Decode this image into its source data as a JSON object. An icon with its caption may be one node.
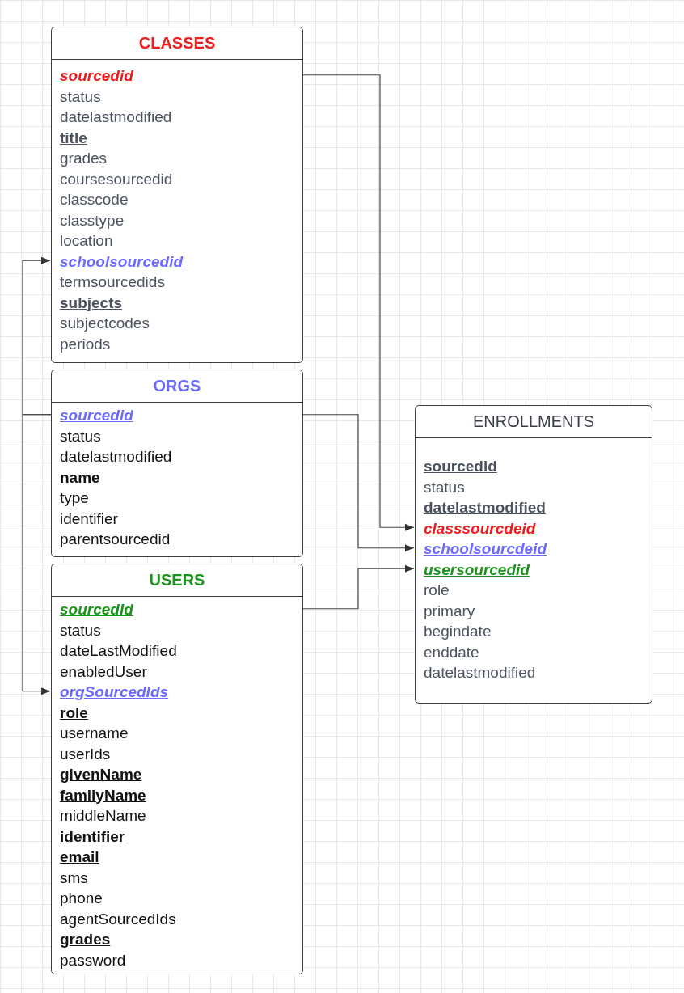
{
  "diagram": {
    "nodes": [
      {
        "text": [
          "CLASSES",
          "sourcedid",
          "status",
          "datelastmodified",
          "title",
          "grades",
          "coursesourcedid",
          "classcode",
          "classtype",
          "location",
          "schoolsourcedid",
          "termsourcedids",
          "subjects",
          "subjectcodes",
          "periods"
        ]
      },
      {
        "text": [
          "ORGS",
          "sourcedid",
          "status",
          "datelastmodified",
          "name",
          "type",
          "identifier",
          "parentsourcedid"
        ]
      },
      {
        "text": [
          "USERS",
          "sourcedId",
          "status",
          "dateLastModified",
          "enabledUser",
          "orgSourcedIds",
          "role",
          "username",
          "userIds",
          "givenName",
          "familyName",
          "middleName",
          "identifier",
          "email",
          "sms",
          "phone",
          "agentSourcedIds",
          "grades",
          "password"
        ]
      },
      {
        "text": [
          "ENROLLMENTS",
          "sourcedid",
          "status",
          "datelastmodified",
          "classsourcdeid",
          "schoolsourcdeid",
          "usersourcedid",
          "role",
          "primary",
          "begindate",
          "enddate",
          "datelastmodified"
        ]
      }
    ],
    "edges": [
      {
        "from": 0,
        "to": 3,
        "arrow": "to"
      },
      {
        "from": 1,
        "to": 3,
        "arrow": "to"
      },
      {
        "from": 2,
        "to": 3,
        "arrow": "to"
      },
      {
        "from": 1,
        "to": 0,
        "arrow": "to"
      },
      {
        "from": 1,
        "to": 2,
        "arrow": "to"
      }
    ]
  }
}
